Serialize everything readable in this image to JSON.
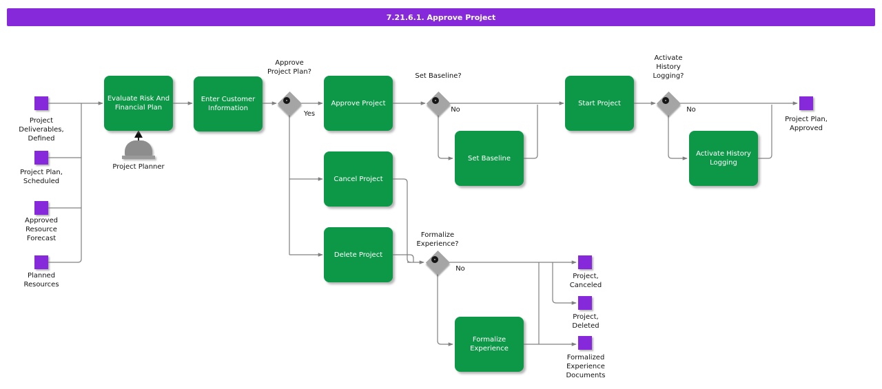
{
  "header": {
    "title": "7.21.6.1. Approve Project"
  },
  "colors": {
    "purple": "#8629DB",
    "green": "#0D9848",
    "line": "#808080",
    "gateway": "#A5A5A5",
    "ink": "#111111"
  },
  "tasks": [
    {
      "label": "Evaluate Risk And Financial Plan"
    },
    {
      "label": "Enter Customer Information"
    },
    {
      "label": "Approve Project"
    },
    {
      "label": "Cancel Project"
    },
    {
      "label": "Delete Project"
    },
    {
      "label": "Set Baseline"
    },
    {
      "label": "Start Project"
    },
    {
      "label": "Activate History Logging"
    },
    {
      "label": "Formalize Experience"
    }
  ],
  "gateways": [
    {
      "question": "Approve Project Plan?",
      "branch": "Yes"
    },
    {
      "question": "Set Baseline?",
      "branch": "No"
    },
    {
      "question": "Activate History Logging?",
      "branch": "No"
    },
    {
      "question": "Formalize Experience?",
      "branch": "No"
    }
  ],
  "artifacts": {
    "inputs": [
      {
        "label": "Project Deliverables, Defined"
      },
      {
        "label": "Project Plan, Scheduled"
      },
      {
        "label": "Approved Resource Forecast"
      },
      {
        "label": "Planned Resources"
      }
    ],
    "outputs": [
      {
        "label": "Project Plan, Approved"
      },
      {
        "label": "Project, Canceled"
      },
      {
        "label": "Project, Deleted"
      },
      {
        "label": "Formalized Experience Documents"
      }
    ]
  },
  "actor": {
    "name": "Project Planner"
  }
}
